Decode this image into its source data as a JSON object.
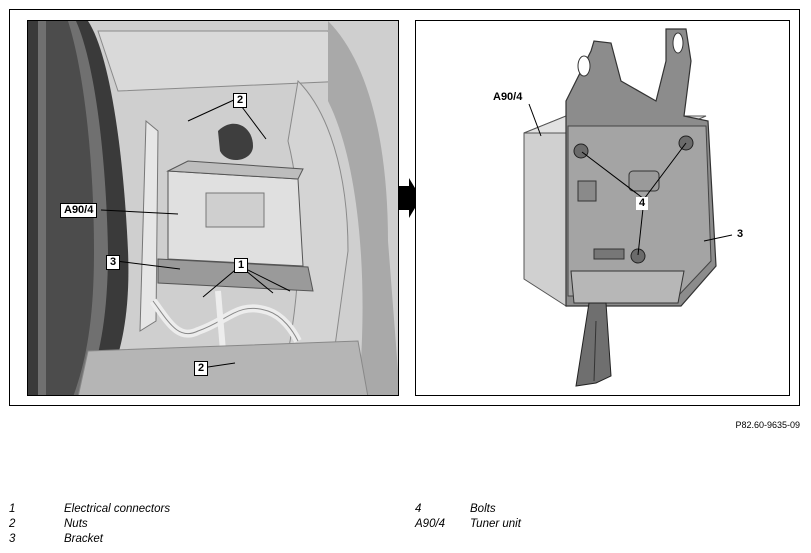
{
  "figure": {
    "reference_code": "P82.60-9635-09",
    "left_callouts": {
      "c1": "1",
      "c2_top": "2",
      "c2_bottom": "2",
      "c3": "3",
      "a90": "A90/4"
    },
    "right_callouts": {
      "a90": "A90/4",
      "c3": "3",
      "c4": "4"
    }
  },
  "legend": {
    "left": [
      {
        "key": "1",
        "label": "Electrical connectors"
      },
      {
        "key": "2",
        "label": "Nuts"
      },
      {
        "key": "3",
        "label": "Bracket"
      }
    ],
    "right": [
      {
        "key": "4",
        "label": "Bolts"
      },
      {
        "key": "A90/4",
        "label": "Tuner unit"
      }
    ]
  }
}
